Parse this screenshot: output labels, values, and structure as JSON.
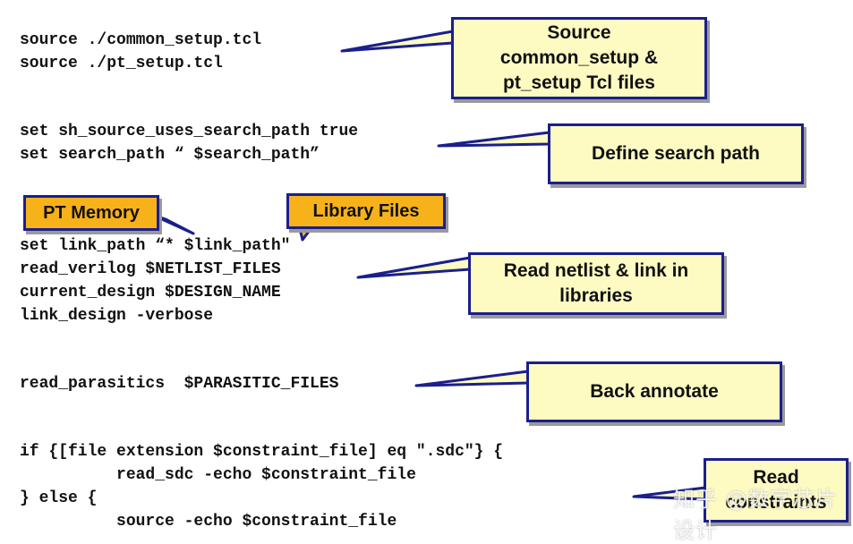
{
  "code_lines": [
    "source ./common_setup.tcl",
    "source ./pt_setup.tcl",
    "set sh_source_uses_search_path true",
    "set search_path “ $search_path”",
    "set link_path “* $link_path\"",
    "read_verilog $NETLIST_FILES",
    "current_design $DESIGN_NAME",
    "link_design -verbose",
    "read_parasitics  $PARASITIC_FILES",
    "if {[file extension $constraint_file] eq \".sdc\"} {",
    "          read_sdc -echo $constraint_file",
    "} else {",
    "          source -echo $constraint_file"
  ],
  "callouts": {
    "source": "Source\ncommon_setup &\npt_setup Tcl files",
    "search_path": "Define search path",
    "read_netlist": "Read netlist & link in\nlibraries",
    "back_annotate": "Back annotate",
    "read_constraints": "Read\nconstraints"
  },
  "tags": {
    "pt_memory": "PT Memory",
    "library_files": "Library Files"
  },
  "watermark": "知乎 @数字芯片设计",
  "colors": {
    "callout_fill": "#fdfbc2",
    "callout_border": "#1a1f8c",
    "tag_fill": "#f7b21a"
  }
}
